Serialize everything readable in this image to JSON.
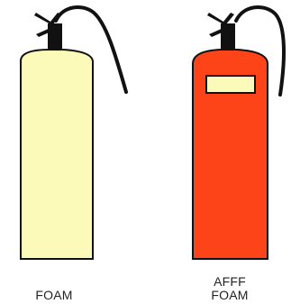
{
  "extinguishers": [
    {
      "name": "foam",
      "label_lines": [
        "FOAM"
      ],
      "body_color": "#FBFAB8",
      "has_label_panel": false
    },
    {
      "name": "afff-foam",
      "label_lines": [
        "AFFF",
        "FOAM"
      ],
      "body_color": "#FD4418",
      "has_label_panel": true,
      "label_panel_color": "#FBFAB8"
    }
  ],
  "colors": {
    "outline": "#111111",
    "hose": "#111111",
    "valve": "#111111"
  }
}
